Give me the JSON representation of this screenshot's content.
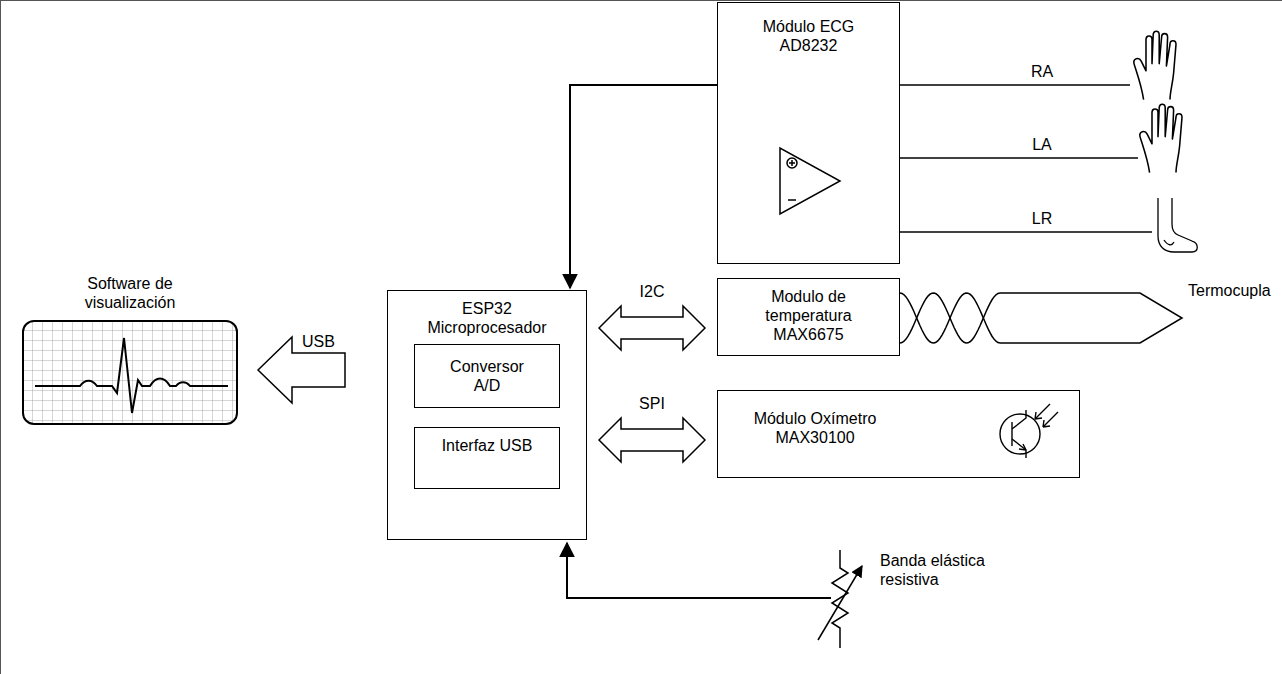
{
  "diagram": {
    "nodes": [
      {
        "text": [
          "Módulo ECG AD8232"
        ]
      },
      {
        "text": [
          "Software de visualización"
        ]
      },
      {
        "text": [
          "ESP32 Microprocesador"
        ]
      },
      {
        "text": [
          "Conversor A/D"
        ],
        "in": 2
      },
      {
        "text": [
          "Interfaz USB"
        ],
        "in": 2
      },
      {
        "text": [
          "Modulo de temperatura MAX6675"
        ]
      },
      {
        "text": [
          "Módulo Oxímetro MAX30100"
        ]
      }
    ],
    "edges": [
      {
        "from": 0,
        "to": 2,
        "arrow": "to"
      },
      {
        "from": 2,
        "to": 5,
        "label": "I2C",
        "arrow": "both"
      },
      {
        "from": 2,
        "to": 6,
        "label": "SPI",
        "arrow": "both"
      },
      {
        "from": 2,
        "to": 1,
        "label": "USB",
        "arrow": "to"
      }
    ],
    "labels": [
      "RA",
      "LA",
      "LR",
      "Termocupla",
      "Banda elástica resistiva"
    ]
  }
}
